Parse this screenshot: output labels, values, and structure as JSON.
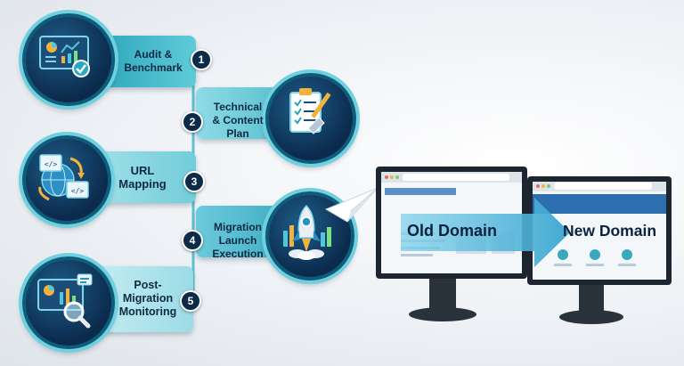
{
  "steps": [
    {
      "number": "1",
      "label_lines": [
        "Audit &",
        "Benchmark"
      ]
    },
    {
      "number": "2",
      "label_lines": [
        "Technical",
        "& Content",
        "Plan"
      ]
    },
    {
      "number": "3",
      "label_lines": [
        "URL",
        "Mapping"
      ]
    },
    {
      "number": "4",
      "label_lines": [
        "Migration",
        "Launch",
        "Execution"
      ]
    },
    {
      "number": "5",
      "label_lines": [
        "Post-",
        "Migration",
        "Monitoring"
      ]
    }
  ],
  "monitors": {
    "old_domain_label": "Old Domain",
    "new_domain_label": "New Domain"
  },
  "icons": [
    "dashboard-icon",
    "checklist-icon",
    "code-exchange-icon",
    "rocket-icon",
    "analytics-magnifier-icon",
    "paper-plane-icon",
    "arrow-right-icon"
  ],
  "colors": {
    "navy": "#0b2b48",
    "teal": "#2ba3b8",
    "light_teal": "#8edbe6",
    "arrow": "#4ab6d6"
  }
}
